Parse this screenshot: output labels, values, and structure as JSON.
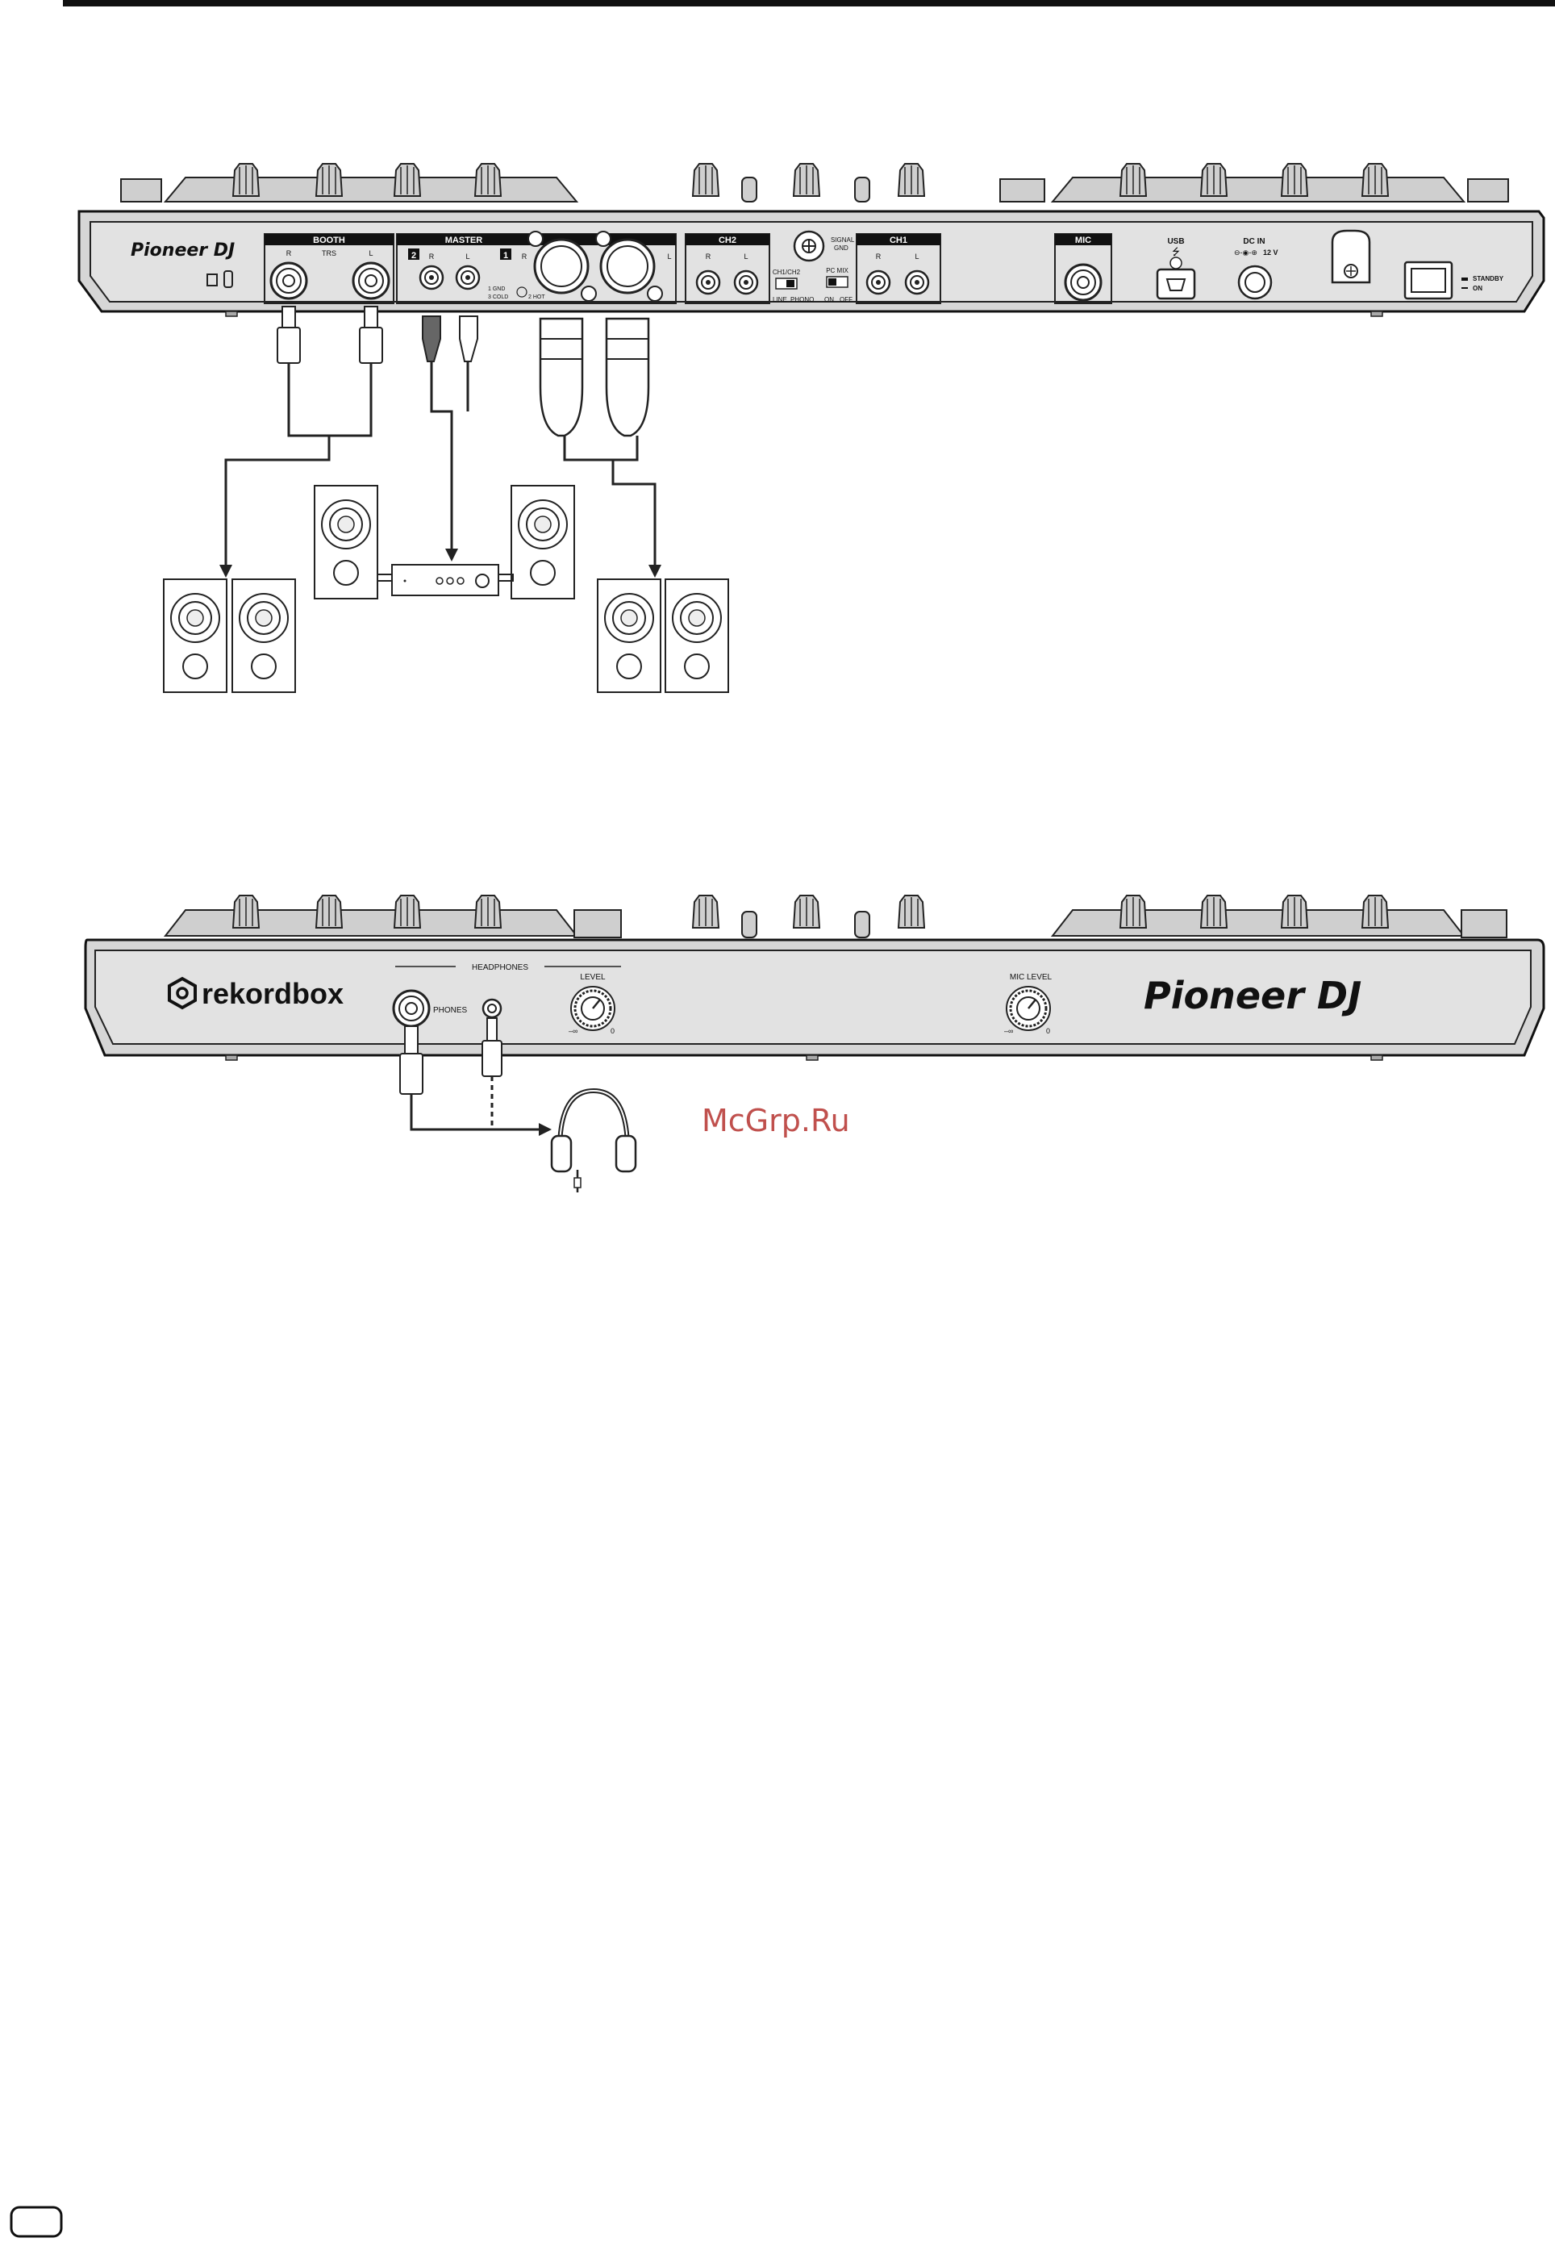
{
  "rear_panel": {
    "brand": "Pioneer DJ",
    "booth": {
      "title": "BOOTH",
      "r": "R",
      "trs": "TRS",
      "l": "L"
    },
    "master": {
      "title": "MASTER",
      "out2": "2",
      "out1": "1",
      "r": "R",
      "l": "L",
      "xlr_gnd": "1 GND",
      "xlr_cold": "3 COLD",
      "xlr_hot": "2 HOT"
    },
    "ch2": {
      "title": "CH2",
      "r": "R",
      "l": "L",
      "switch_label": "CH1/CH2",
      "line": "LINE",
      "phono": "PHONO"
    },
    "signal_gnd": {
      "line1": "SIGNAL",
      "line2": "GND"
    },
    "pc_mix": {
      "title": "PC MIX",
      "on": "ON",
      "off": "OFF"
    },
    "ch1": {
      "title": "CH1",
      "r": "R",
      "l": "L"
    },
    "mic": {
      "title": "MIC"
    },
    "usb": {
      "title": "USB"
    },
    "dc_in": {
      "title": "DC IN",
      "voltage": "12 V"
    },
    "power": {
      "standby": "STANDBY",
      "on": "ON"
    }
  },
  "front_panel": {
    "logo_text": "rekordbox",
    "brand": "Pioneer DJ",
    "headphones_title": "HEADPHONES",
    "phones_label": "PHONES",
    "level_label": "LEVEL",
    "mic_level_label": "MIC LEVEL",
    "knob_min": "–∞",
    "knob_max": "0"
  },
  "watermark": "McGrp.Ru"
}
